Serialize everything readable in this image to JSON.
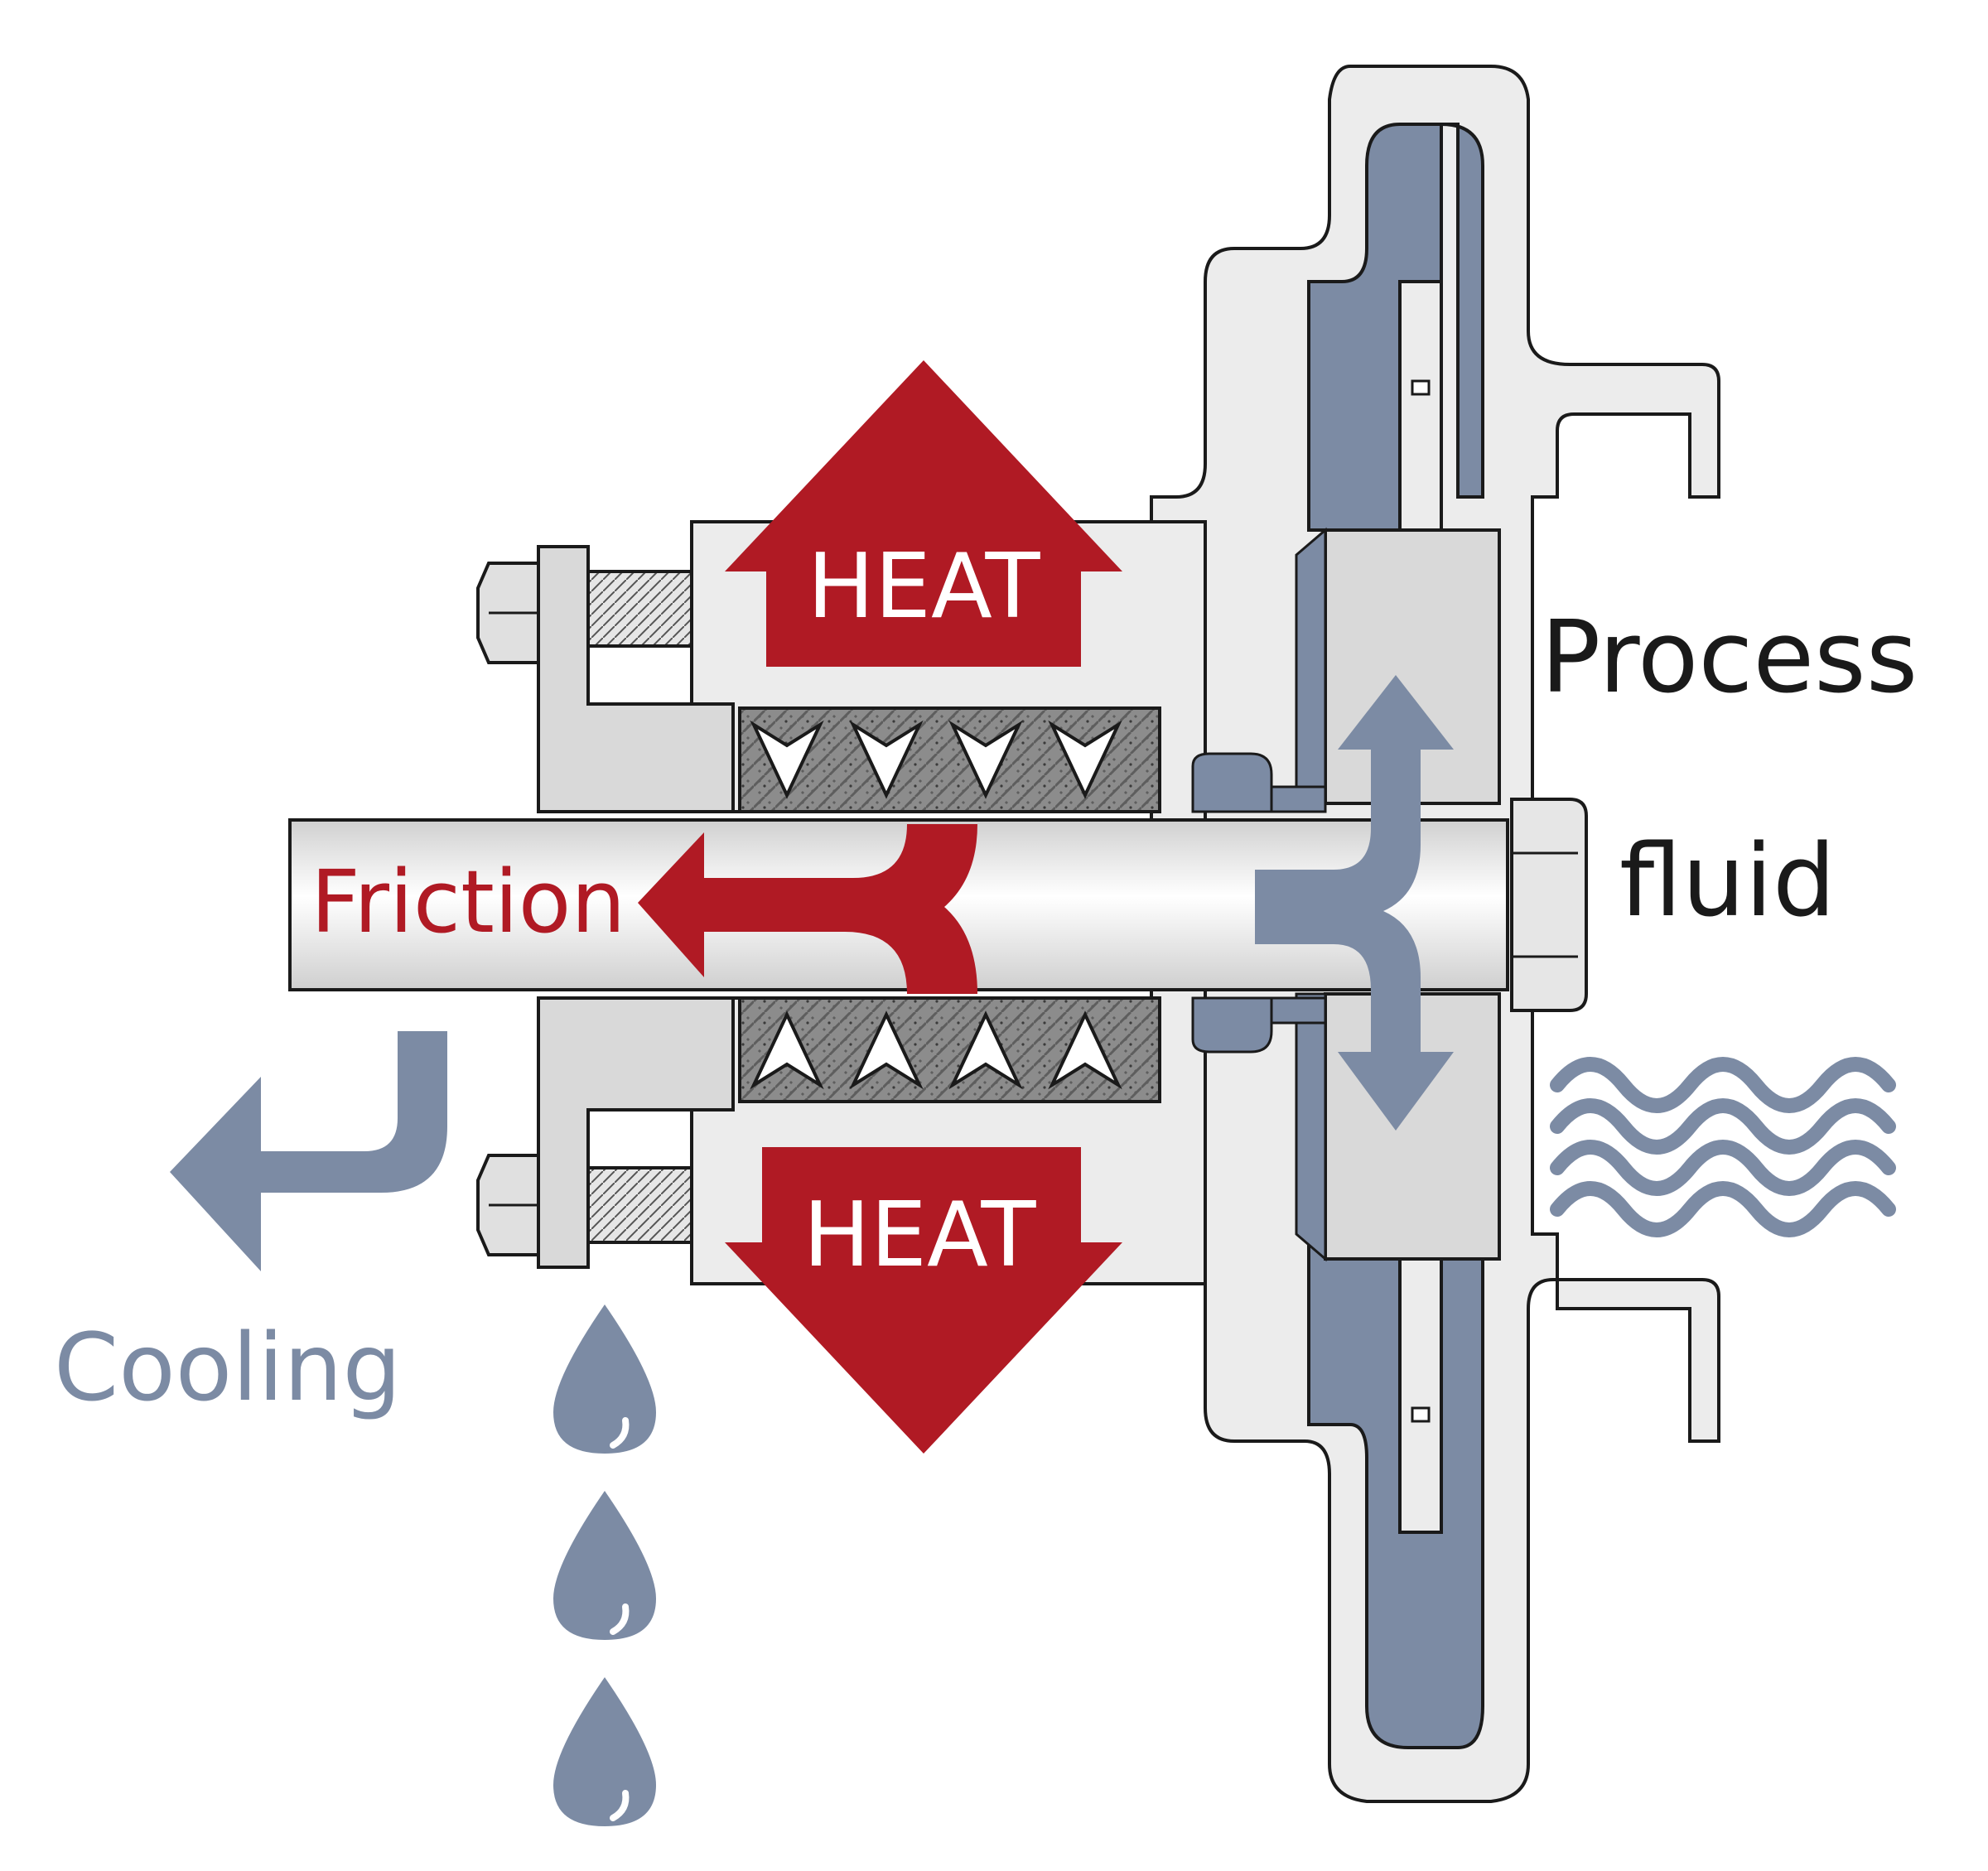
{
  "labels": {
    "heat_top": "HEAT",
    "heat_bottom": "HEAT",
    "friction": "Friction",
    "process": "Process",
    "fluid": "fluid",
    "cooling": "Cooling"
  },
  "colors": {
    "heat_red": "#b01a24",
    "fluid_blue": "#7c8ba4",
    "housing_light": "#ececec",
    "part_gray": "#d9d9d9",
    "packing_dark": "#8a8a8a",
    "outline": "#1a1a1a"
  }
}
